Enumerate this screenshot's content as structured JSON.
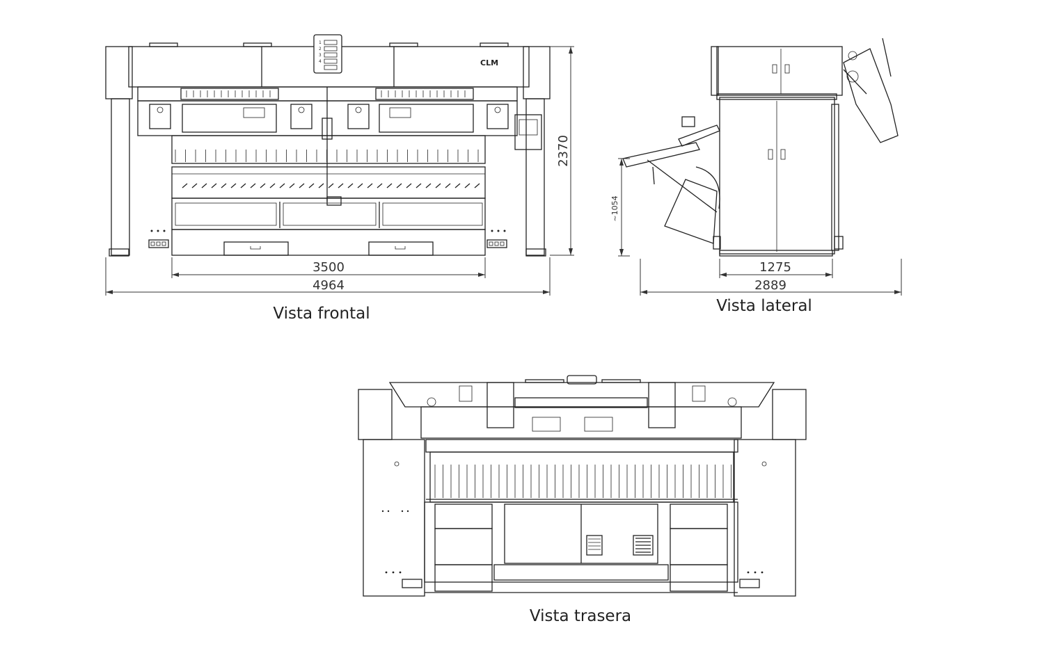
{
  "views": {
    "front": {
      "caption": "Vista frontal",
      "logo": "CLM",
      "panel_keys": [
        "1",
        "2",
        "3",
        "4"
      ],
      "dim_width_inner": "3500",
      "dim_width_total": "4964",
      "dim_height": "2370"
    },
    "side": {
      "caption": "Vista lateral",
      "dim_height_table": "~1054",
      "dim_depth_inner": "1275",
      "dim_depth_total": "2889"
    },
    "rear": {
      "caption": "Vista trasera"
    }
  }
}
